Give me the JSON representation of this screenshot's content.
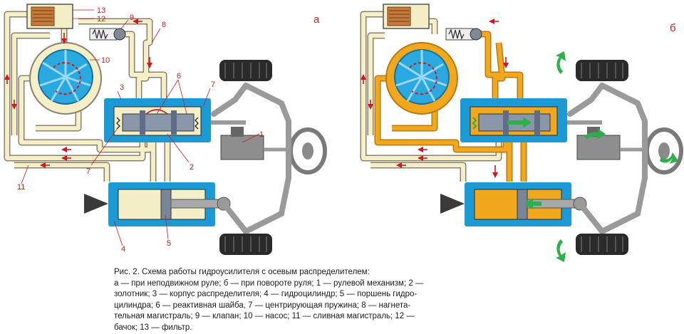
{
  "panels": {
    "a": "а",
    "b": "б"
  },
  "callouts": {
    "n1": "1",
    "n2": "2",
    "n3": "3",
    "n4": "4",
    "n5": "5",
    "n6": "6",
    "n7a": "7",
    "n7b": "7",
    "n8": "8",
    "n9": "9",
    "n10": "10",
    "n11": "11",
    "n12": "12",
    "n13": "13"
  },
  "caption": {
    "line1": "Рис. 2. Схема работы гидроусилителя с осевым распределителем:",
    "line2": "а — при неподвижном руле; б — при повороте руля; 1 — рулевой механизм; 2 —",
    "line3": "золотник; 3 — корпус распределителя; 4 — гидроцилиндр; 5 — поршень гидро-",
    "line4": "цилиндра; 6 — реактивная шайба, 7 — центрирующая пружина; 8 — нагнета-",
    "line5": "тельная магистраль; 9 — клапан; 10 — насос; 11 — сливная магистраль; 12 —",
    "line6": "бачок; 13 — фильтр."
  },
  "colors": {
    "line_cream": "#f5efc8",
    "line_outline": "#8a8070",
    "body_blue": "#1c9ad6",
    "oil_orange": "#f1a81e",
    "rotor_blue": "#2aa8e0",
    "arrow_red": "#d1181f",
    "arrow_green": "#2bb04a",
    "steel_gray": "#9a9a9a",
    "dark_gray": "#3a3a3a"
  }
}
